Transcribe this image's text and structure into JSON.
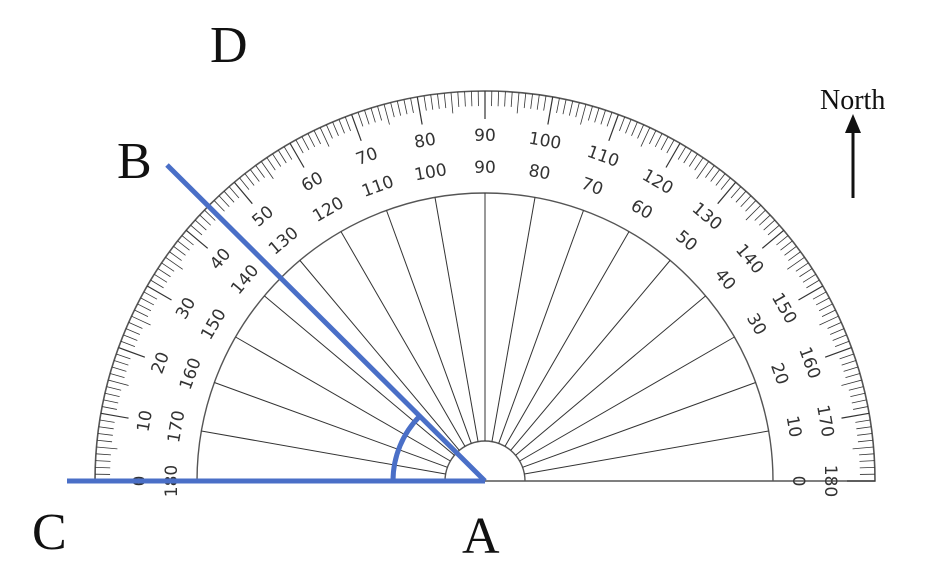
{
  "points": {
    "a": "A",
    "b": "B",
    "c": "C",
    "d": "D"
  },
  "compass": {
    "label": "North"
  },
  "protractor": {
    "outer_scale_labels": [
      "0",
      "10",
      "20",
      "30",
      "40",
      "50",
      "60",
      "70",
      "80",
      "90",
      "100",
      "110",
      "120",
      "130",
      "140",
      "150",
      "160",
      "170",
      "180"
    ],
    "inner_scale_labels": [
      "180",
      "170",
      "160",
      "150",
      "140",
      "130",
      "120",
      "110",
      "100",
      "90",
      "80",
      "70",
      "60",
      "50",
      "40",
      "30",
      "20",
      "10",
      "0"
    ]
  },
  "colors": {
    "ray": "#4a6fc7",
    "ink": "#333333"
  }
}
